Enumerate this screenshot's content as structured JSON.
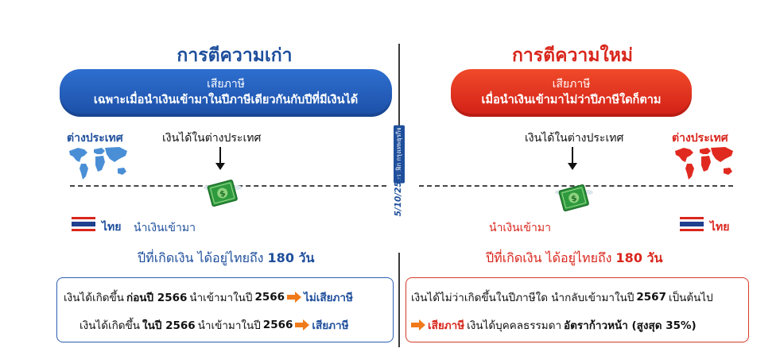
{
  "left": {
    "title": "การตีความเก่า",
    "pill_line1": "เสียภาษี",
    "pill_line2": "เฉพาะเมื่อนำเงินเข้ามาในปีภาษีเดียวกันกับปีที่มีเงินได้",
    "abroad_label": "ต่างประเทศ",
    "income_abroad": "เงินได้ในต่างประเทศ",
    "thai_label": "ไทย",
    "bring_in": "นำเงินเข้ามา",
    "stay_text": "ปีที่เกิดเงิน ได้อยู่ไทยถึง",
    "stay_days": "180 วัน",
    "row1": {
      "a": "เงินได้เกิดขึ้น",
      "b": "ก่อนปี 2566",
      "c": "นำเข้ามาในปี",
      "d": "2566",
      "result": "ไม่เสียภาษี"
    },
    "row2": {
      "a": "เงินได้เกิดขึ้น",
      "b": "ในปี 2566",
      "c": "นำเข้ามาในปี",
      "d": "2566",
      "result": "เสียภาษี"
    }
  },
  "right": {
    "title": "การตีความใหม่",
    "pill_line1": "เสียภาษี",
    "pill_line2": "เมื่อนำเงินเข้ามาไม่ว่าปีภาษีใดก็ตาม",
    "abroad_label": "ต่างประเทศ",
    "income_abroad": "เงินได้ในต่างประเทศ",
    "thai_label": "ไทย",
    "bring_in": "นำเงินเข้ามา",
    "stay_text": "ปีที่เกิดเงิน ได้อยู่ไทยถึง",
    "stay_days": "180 วัน",
    "row1": {
      "a": "เงินได้ไม่ว่าเกิดขึ้นในปีภาษีใด นำกลับเข้ามาในปี",
      "b": "2567",
      "c": "เป็นต้นไป"
    },
    "row2": {
      "result": "เสียภาษี",
      "a": "เงินได้บุคคลธรรมดา",
      "b": "อัตราก้าวหน้า (สูงสุด 35%)"
    }
  },
  "credit": {
    "badge": "กราฟิก กรุงเทพธุรกิจ",
    "date": "5/10/2566"
  },
  "colors": {
    "blue": "#1f4f9c",
    "red": "#d9261c",
    "arrow": "#f07a1a",
    "money": "#2e9a3e"
  },
  "icons": [
    "world-map-icon",
    "money-bill-icon",
    "thai-flag-icon",
    "down-arrow-icon",
    "right-arrow-icon"
  ]
}
